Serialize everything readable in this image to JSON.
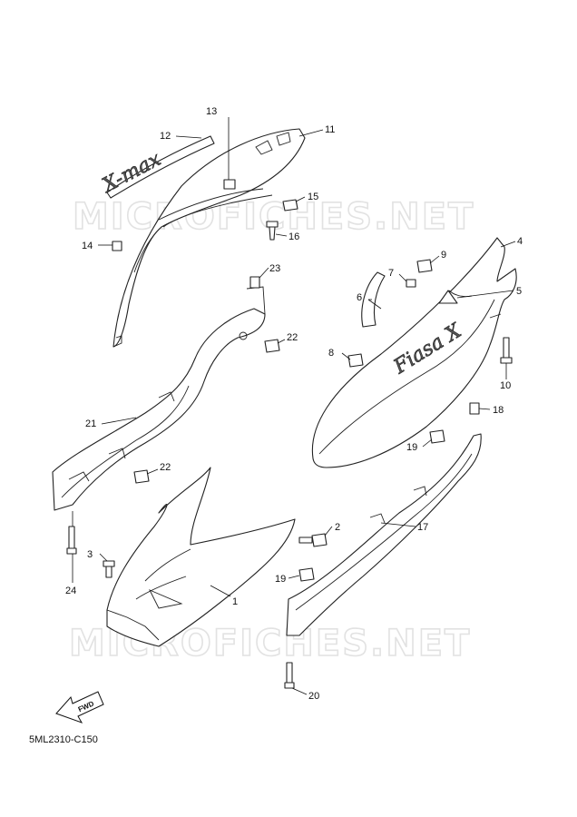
{
  "watermark": {
    "text": "MICROFICHES.NET"
  },
  "diagram_code": "5ML2310-C150",
  "fwd_label": "FWD",
  "decal_text": {
    "upper": "X-max",
    "side": "Fiasa X"
  },
  "callouts": [
    "1",
    "2",
    "3",
    "4",
    "5",
    "6",
    "7",
    "8",
    "9",
    "10",
    "11",
    "12",
    "13",
    "14",
    "15",
    "16",
    "17",
    "18",
    "19",
    "19",
    "20",
    "21",
    "22",
    "22",
    "23",
    "24"
  ]
}
